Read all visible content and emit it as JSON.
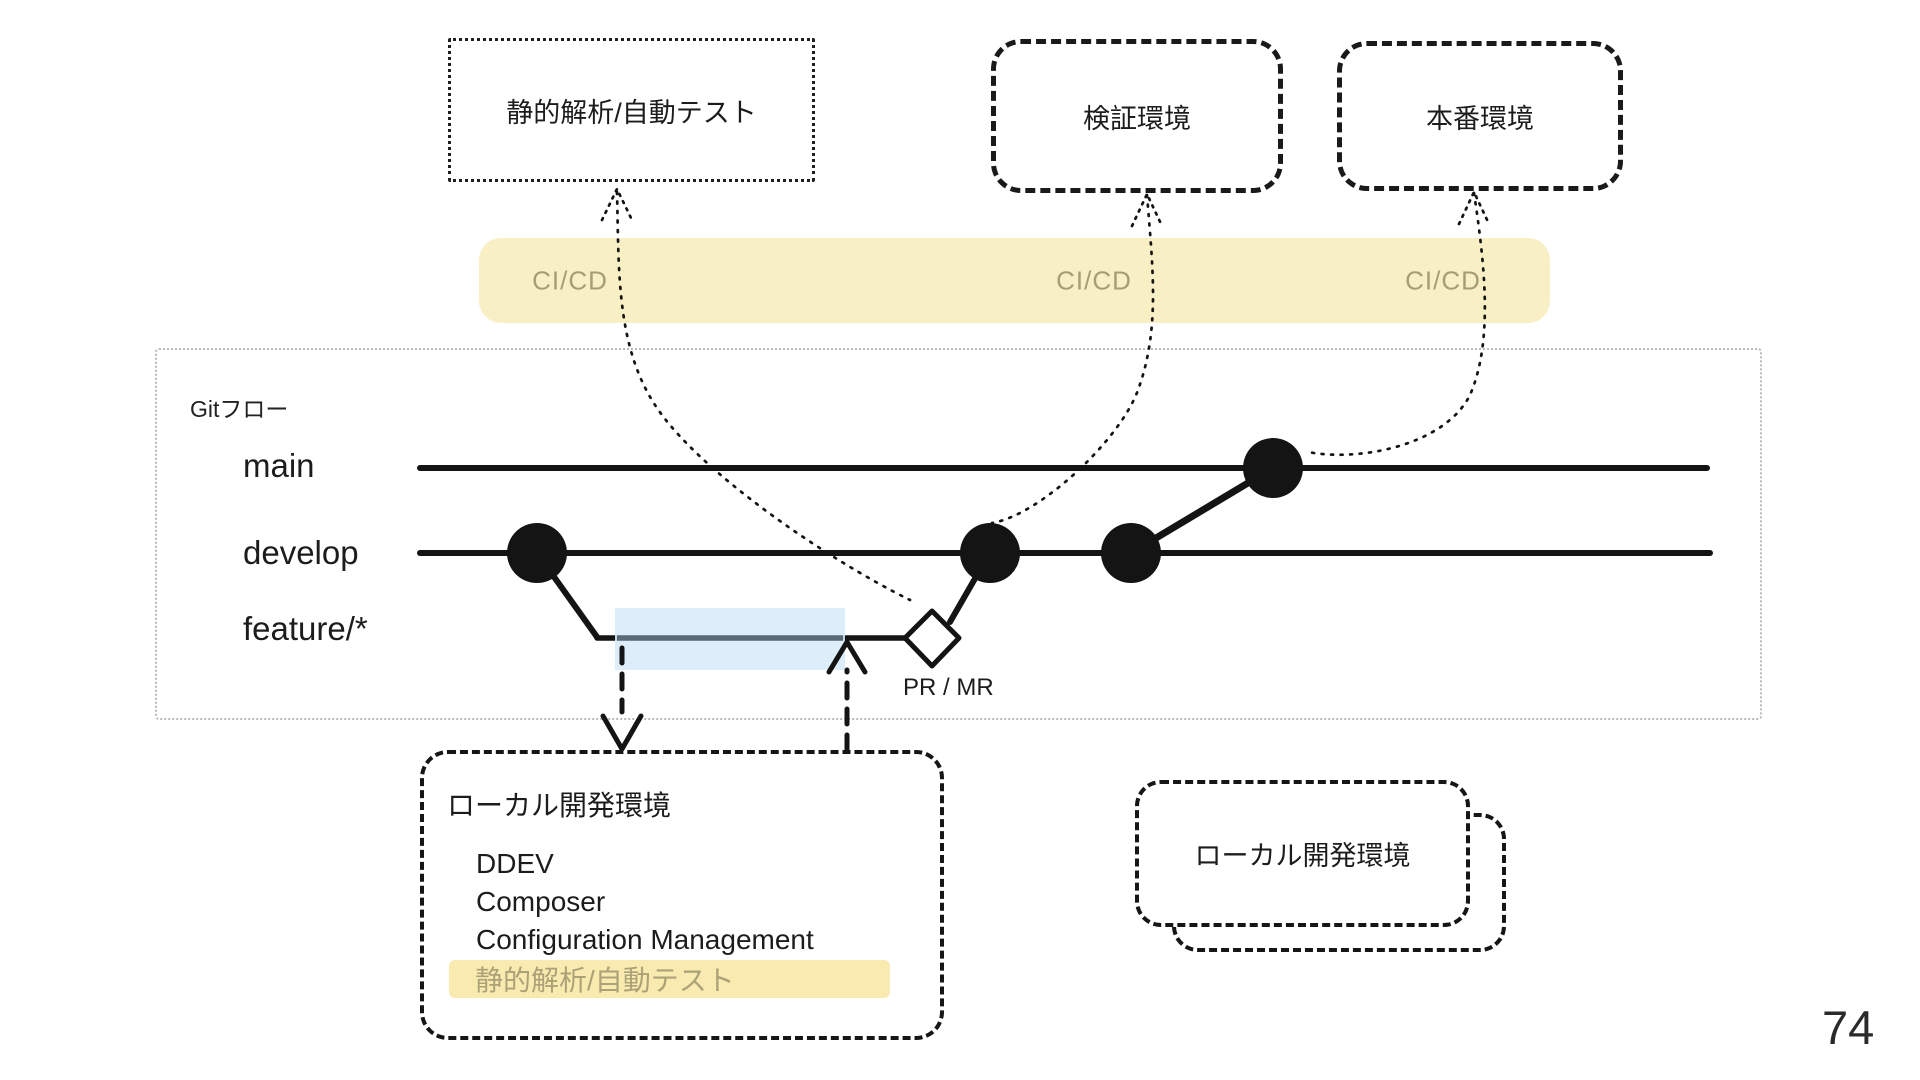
{
  "top_boxes": [
    {
      "label": "静的解析/自動テスト"
    },
    {
      "label": "検証環境"
    },
    {
      "label": "本番環境"
    }
  ],
  "cicd_band": {
    "labels": [
      "CI/CD",
      "CI/CD",
      "CI/CD"
    ],
    "bg_color": "#f9efc5",
    "text_color": "#a69d74"
  },
  "gitflow": {
    "title": "Gitフロー",
    "branches": [
      {
        "name": "main"
      },
      {
        "name": "develop"
      },
      {
        "name": "feature/*"
      }
    ],
    "pr_label": "PR / MR",
    "feature_highlight_color": "#d9ebf9"
  },
  "local_env": {
    "title": "ローカル開発環境",
    "items": [
      {
        "label": "DDEV"
      },
      {
        "label": "Composer"
      },
      {
        "label": "Configuration Management"
      }
    ],
    "highlighted_item": {
      "label": "静的解析/自動テスト",
      "bg_color": "#f9eab0",
      "text_color": "#aca277"
    }
  },
  "stacked_box": {
    "label": "ローカル開発環境"
  },
  "page_number": "74"
}
